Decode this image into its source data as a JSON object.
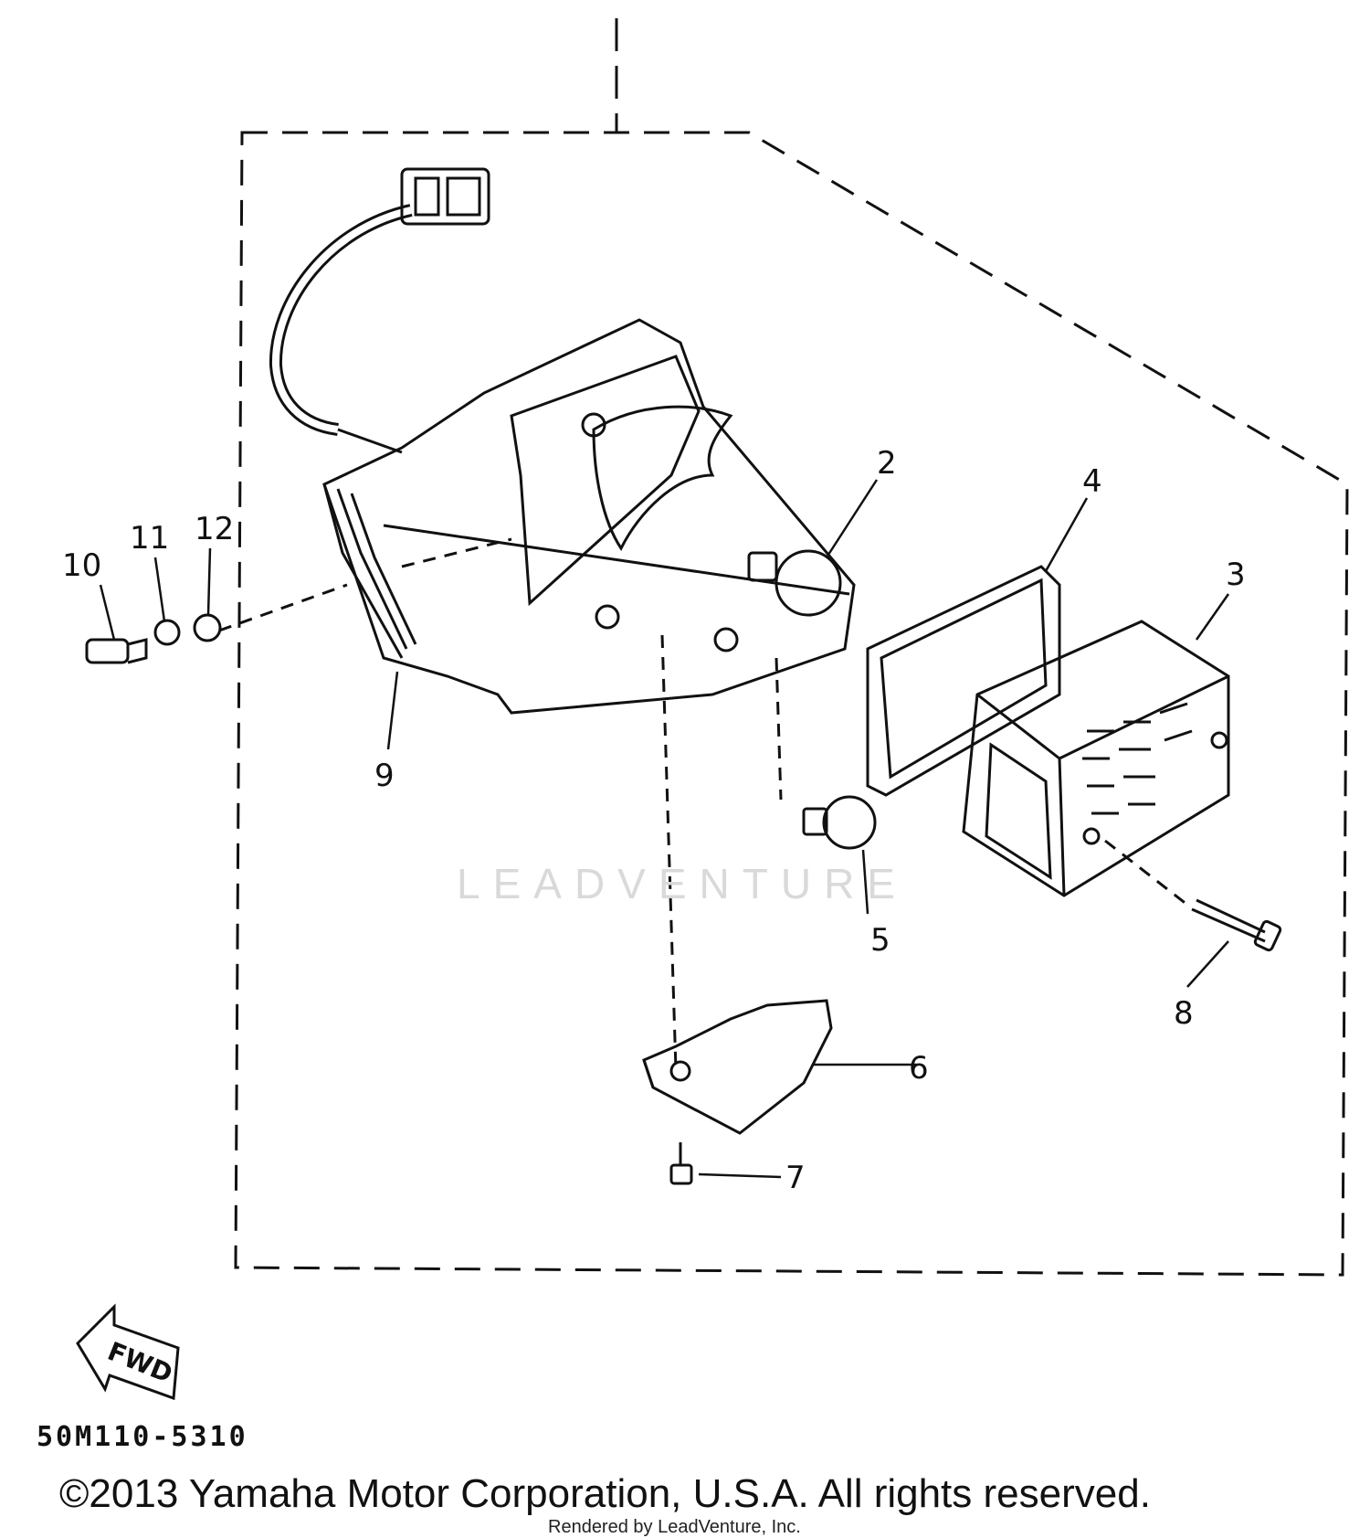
{
  "diagram": {
    "callouts": [
      {
        "id": "2",
        "label": "2"
      },
      {
        "id": "4",
        "label": "4"
      },
      {
        "id": "3",
        "label": "3"
      },
      {
        "id": "10",
        "label": "10"
      },
      {
        "id": "11",
        "label": "11"
      },
      {
        "id": "12",
        "label": "12"
      },
      {
        "id": "9",
        "label": "9"
      },
      {
        "id": "5",
        "label": "5"
      },
      {
        "id": "8",
        "label": "8"
      },
      {
        "id": "6",
        "label": "6"
      },
      {
        "id": "7",
        "label": "7"
      }
    ],
    "fwd_label": "FWD",
    "diagram_code": "50M110-5310",
    "watermark": "LEADVENTURE"
  },
  "footer": {
    "copyright": "©2013 Yamaha Motor Corporation, U.S.A. All rights reserved.",
    "rendered_by": "Rendered by LeadVenture, Inc."
  }
}
